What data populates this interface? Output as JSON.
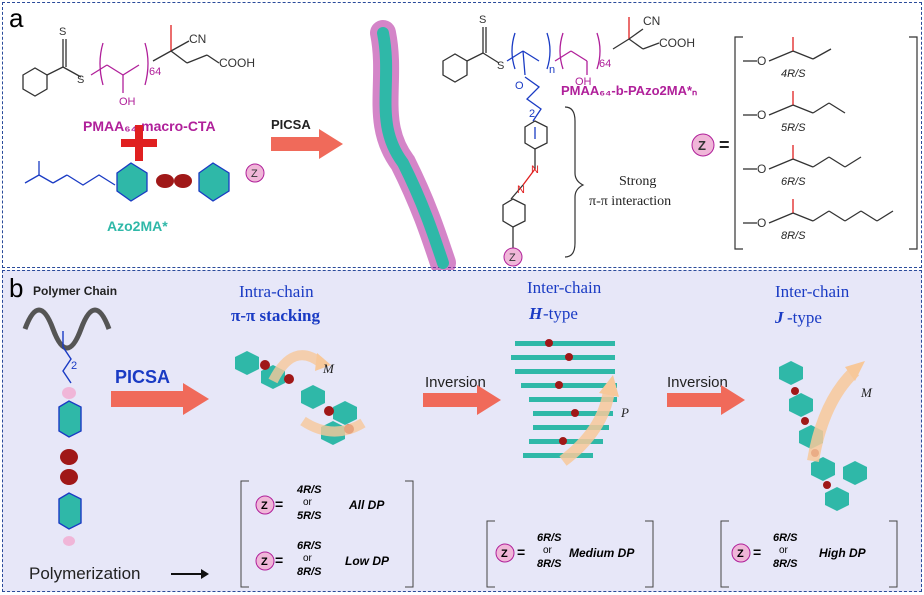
{
  "panel_a": {
    "label": "a",
    "macro_cta_name": "PMAA₆₄ macro-CTA",
    "azo_name": "Azo2MA*",
    "picsa": "PICSA",
    "block_name": "PMAA₆₄-b-PAzo2MA*ₙ",
    "interaction_line1": "Strong",
    "interaction_line2": "π-π interaction",
    "z_label": "Z",
    "equals": "=",
    "chem": {
      "s": "S",
      "cn": "CN",
      "cooh": "COOH",
      "oh": "OH",
      "o": "O",
      "n": "N",
      "sub64": "64",
      "subn": "n",
      "sub2": "2"
    },
    "substituents": [
      "4R/S",
      "5R/S",
      "6R/S",
      "8R/S"
    ]
  },
  "panel_b": {
    "label": "b",
    "polymer_chain": "Polymer Chain",
    "picsa": "PICSA",
    "polymerization": "Polymerization",
    "inversion_1": "Inversion",
    "inversion_2": "Inversion",
    "intra_title_1": "Intra-chain",
    "intra_title_2": "π-π stacking",
    "h_title_1": "Inter-chain",
    "h_title_2_italic": "H",
    "h_title_2_rest": "-type",
    "j_title_1": "Inter-chain",
    "j_title_2_italic": "J",
    "j_title_2_rest": "-type",
    "helix_m": "M",
    "helix_p": "P",
    "helix_m2": "M",
    "box1": {
      "z": "Z",
      "row1": [
        "4R/S",
        "or",
        "5R/S"
      ],
      "row1_dp": "All DP",
      "row2": [
        "6R/S",
        "or",
        "8R/S"
      ],
      "row2_dp": "Low DP"
    },
    "box2": {
      "z": "Z",
      "rows": [
        "6R/S",
        "or",
        "8R/S"
      ],
      "dp": "Medium DP"
    },
    "box3": {
      "z": "Z",
      "rows": [
        "6R/S",
        "or",
        "8R/S"
      ],
      "dp": "High DP"
    }
  },
  "colors": {
    "magenta": "#b0209a",
    "teal": "#2fb8a8",
    "blue": "#1a3bc4",
    "red": "#e02020",
    "pink": "#f0b6d8",
    "arrow": "#f06a5a"
  }
}
